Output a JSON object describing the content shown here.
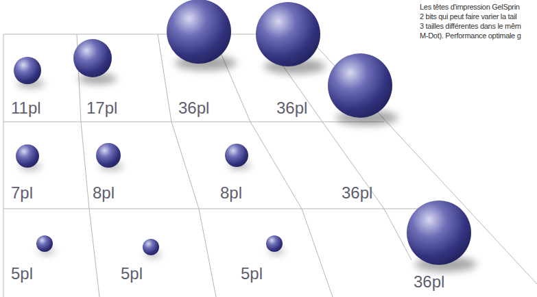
{
  "diagram": {
    "labels": [
      "11pl",
      "17pl",
      "36pl",
      "36pl",
      "7pl",
      "8pl",
      "8pl",
      "36pl",
      "5pl",
      "5pl",
      "5pl",
      "36pl",
      "Les têtes d'impression GelSprin",
      "2 bits qui peut faire varier la tail",
      "3 tailles différentes dans le mêm",
      "M-Dot). Performance optimale g"
    ]
  }
}
